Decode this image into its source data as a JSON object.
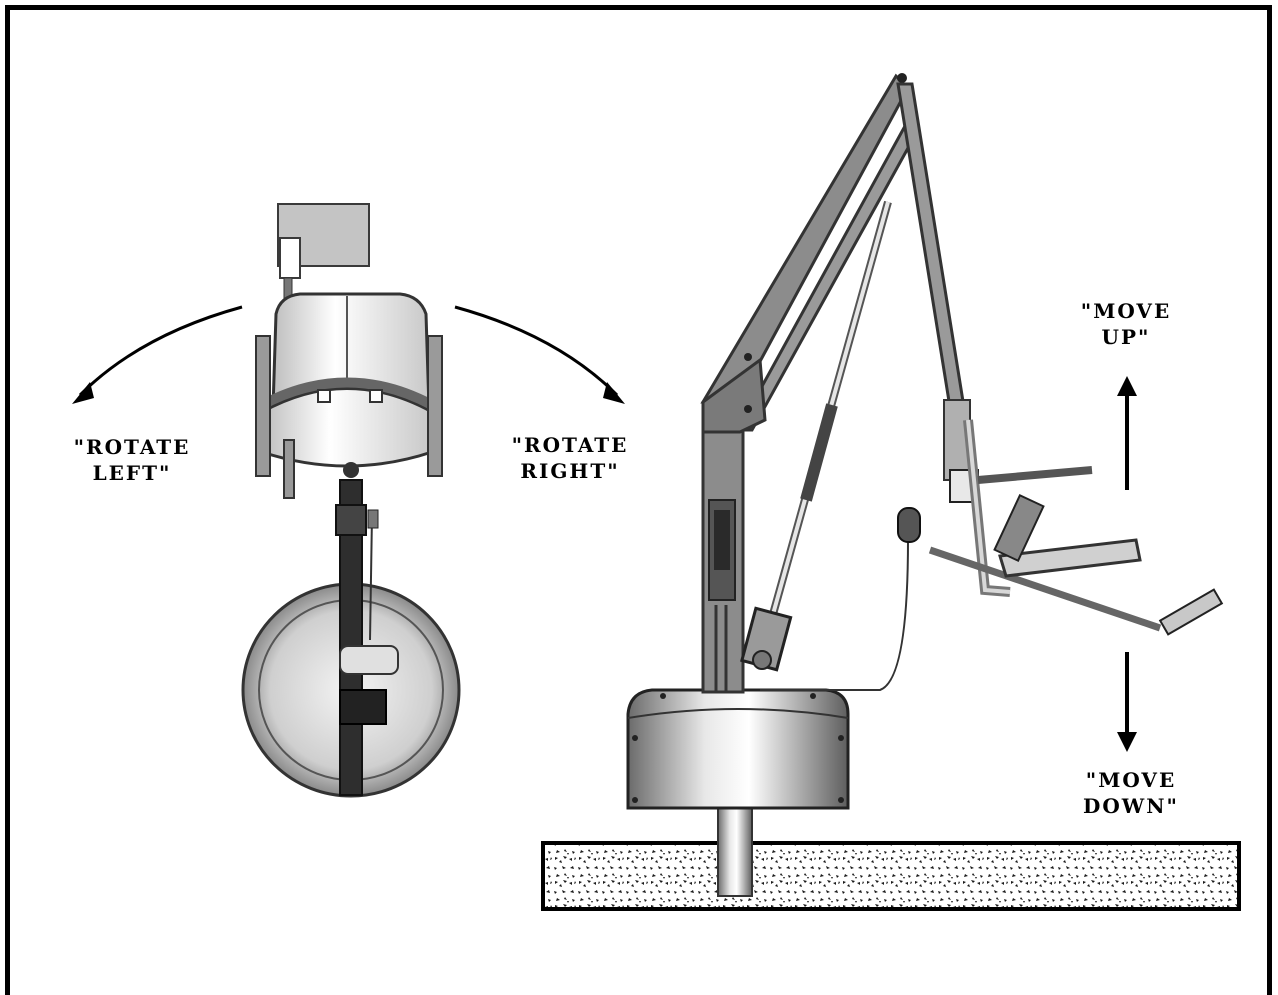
{
  "colors": {
    "frame": "#000000",
    "metal_dark": "#5a5a5a",
    "metal_mid": "#8c8c8c",
    "metal_light": "#d6d6d6",
    "concrete": "#ffffff"
  },
  "labels": {
    "rotate_left": {
      "line1": "\"ROTATE",
      "line2": "LEFT\""
    },
    "rotate_right": {
      "line1": "\"ROTATE",
      "line2": "RIGHT\""
    },
    "move_up": {
      "line1": "\"MOVE",
      "line2": "UP\""
    },
    "move_down": {
      "line1": "\"MOVE",
      "line2": "DOWN\""
    }
  },
  "icons": {
    "rotate_left_arrow": "curved-arrow-left-icon",
    "rotate_right_arrow": "curved-arrow-right-icon",
    "up_arrow": "arrow-up-icon",
    "down_arrow": "arrow-down-icon"
  }
}
